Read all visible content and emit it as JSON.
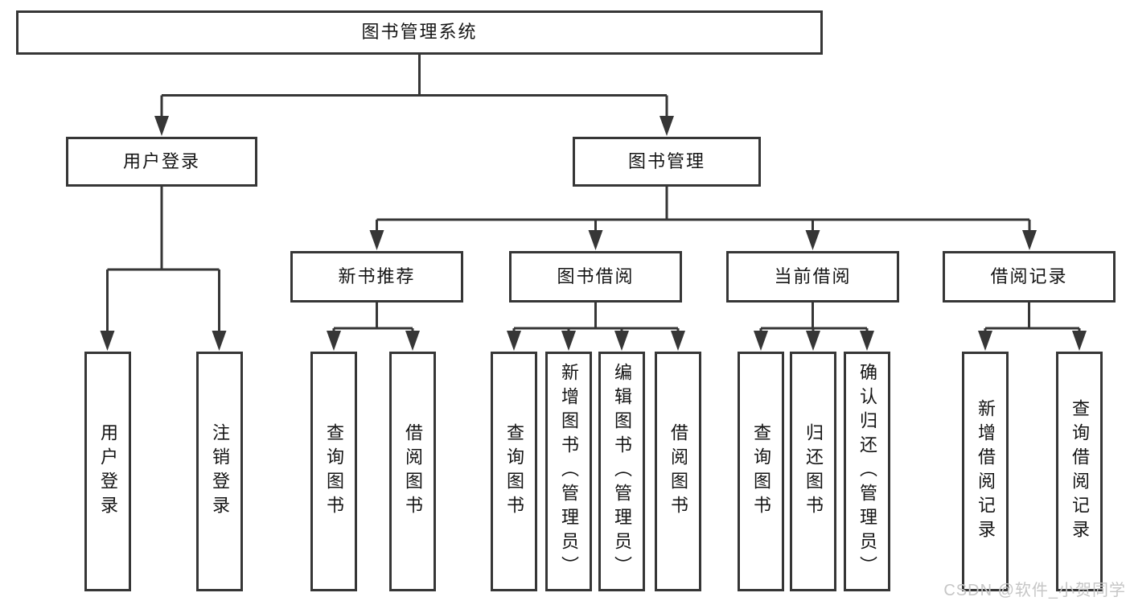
{
  "colors": {
    "line": "#363636",
    "text": "#141414",
    "watermark": "#c6c6c6",
    "background": "#ffffff"
  },
  "tree": {
    "root": {
      "label": "图书管理系统"
    },
    "branches": [
      {
        "label": "用户登录",
        "children": [
          {
            "label": "用户登录"
          },
          {
            "label": "注销登录"
          }
        ]
      },
      {
        "label": "图书管理",
        "children": [
          {
            "label": "新书推荐",
            "children": [
              {
                "label": "查询图书"
              },
              {
                "label": "借阅图书"
              }
            ]
          },
          {
            "label": "图书借阅",
            "children": [
              {
                "label": "查询图书"
              },
              {
                "label": "新增图书（管理员）"
              },
              {
                "label": "编辑图书（管理员）"
              },
              {
                "label": "借阅图书"
              }
            ]
          },
          {
            "label": "当前借阅",
            "children": [
              {
                "label": "查询图书"
              },
              {
                "label": "归还图书"
              },
              {
                "label": "确认归还（管理员）"
              }
            ]
          },
          {
            "label": "借阅记录",
            "children": [
              {
                "label": "新增借阅记录"
              },
              {
                "label": "查询借阅记录"
              }
            ]
          }
        ]
      }
    ]
  },
  "watermark": {
    "text": "CSDN @软件_小贺同学"
  }
}
